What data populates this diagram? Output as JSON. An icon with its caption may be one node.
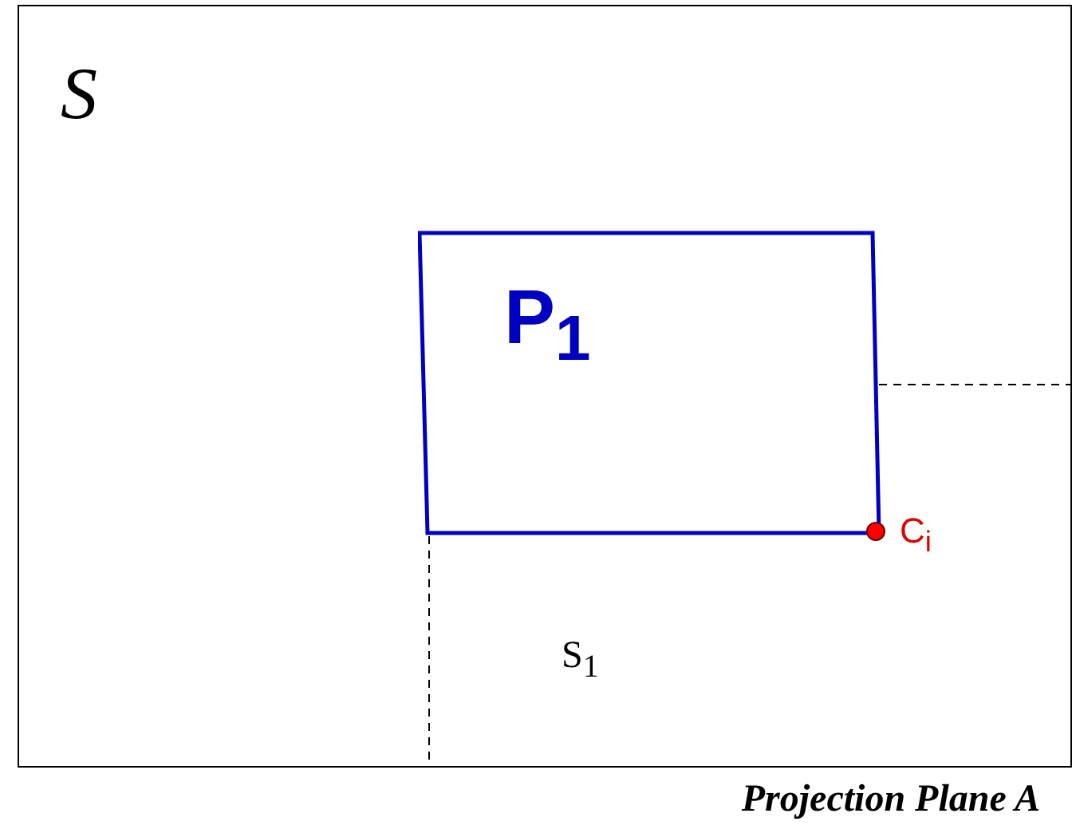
{
  "diagram": {
    "caption": "Projection Plane A",
    "nodes": [
      {
        "text": [
          "S"
        ]
      },
      {
        "text": [
          "P$_{1}$"
        ],
        "in": 0
      },
      {
        "text": [],
        "shape": "circle",
        "in": 0,
        "beside": [
          "C$_{i}$"
        ]
      }
    ],
    "labels": [
      "S$_{1}$"
    ]
  }
}
